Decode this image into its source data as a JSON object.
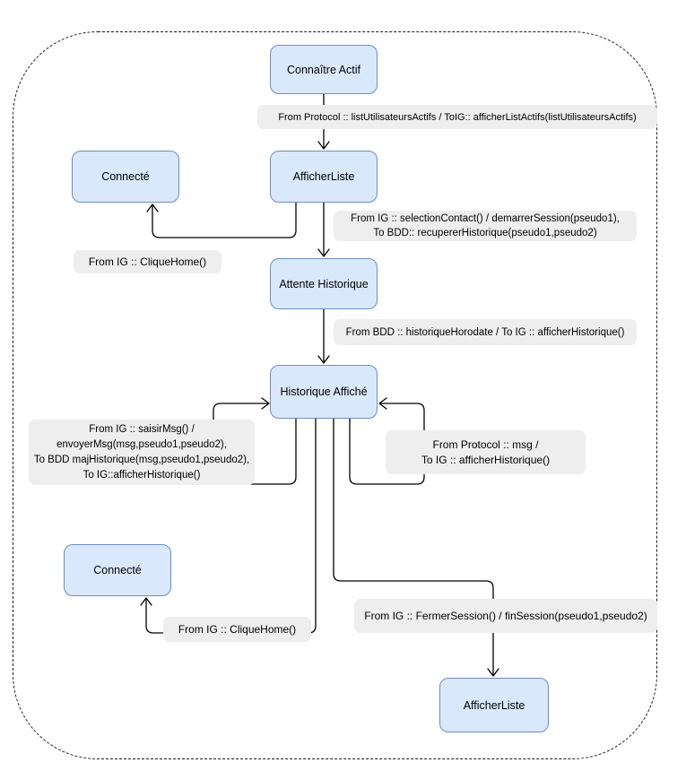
{
  "diagram": {
    "type": "state-transition-diagram",
    "colors": {
      "state_fill": "#dae8fc",
      "state_border": "#6c8ebf",
      "label_background": "#eeeeee",
      "connector": "#000000",
      "frame_border": "#1a1a1a",
      "canvas": "#ffffff"
    },
    "states": [
      {
        "id": "connaitre-actif",
        "label": "Connaître Actif"
      },
      {
        "id": "afficher-liste-top",
        "label": "AfficherListe"
      },
      {
        "id": "connecte-top",
        "label": "Connecté"
      },
      {
        "id": "attente-historique",
        "label": "Attente Historique"
      },
      {
        "id": "historique-affiche",
        "label": "Historique Affiché"
      },
      {
        "id": "connecte-bottom",
        "label": "Connecté"
      },
      {
        "id": "afficher-liste-bottom",
        "label": "AfficherListe"
      }
    ],
    "transition_labels": [
      {
        "id": "protocol-list",
        "lines": [
          "From Protocol :: listUtilisateursActifs / ToIG:: afficherListActifs(listUtilisateursActifs)"
        ]
      },
      {
        "id": "selection-contact",
        "lines": [
          "From IG :: selectionContact() / demarrerSession(pseudo1),",
          "To BDD:: recupererHistorique(pseudo1,pseudo2)"
        ]
      },
      {
        "id": "clique-home-top",
        "lines": [
          "From IG :: CliqueHome()"
        ]
      },
      {
        "id": "historique-horodate",
        "lines": [
          "From BDD :: historiqueHorodate / To IG :: afficherHistorique()"
        ]
      },
      {
        "id": "saisir-msg",
        "lines": [
          "From IG :: saisirMsg() /",
          "envoyerMsg(msg,pseudo1,pseudo2),",
          "To BDD majHistorique(msg,pseudo1,pseudo2),",
          "To IG::afficherHistorique()"
        ]
      },
      {
        "id": "protocol-msg",
        "lines": [
          "From Protocol :: msg /",
          "To IG :: afficherHistorique()"
        ]
      },
      {
        "id": "clique-home-bottom",
        "lines": [
          "From IG :: CliqueHome()"
        ]
      },
      {
        "id": "fermer-session",
        "lines": [
          "From IG :: FermerSession() / finSession(pseudo1,pseudo2)"
        ]
      }
    ]
  }
}
